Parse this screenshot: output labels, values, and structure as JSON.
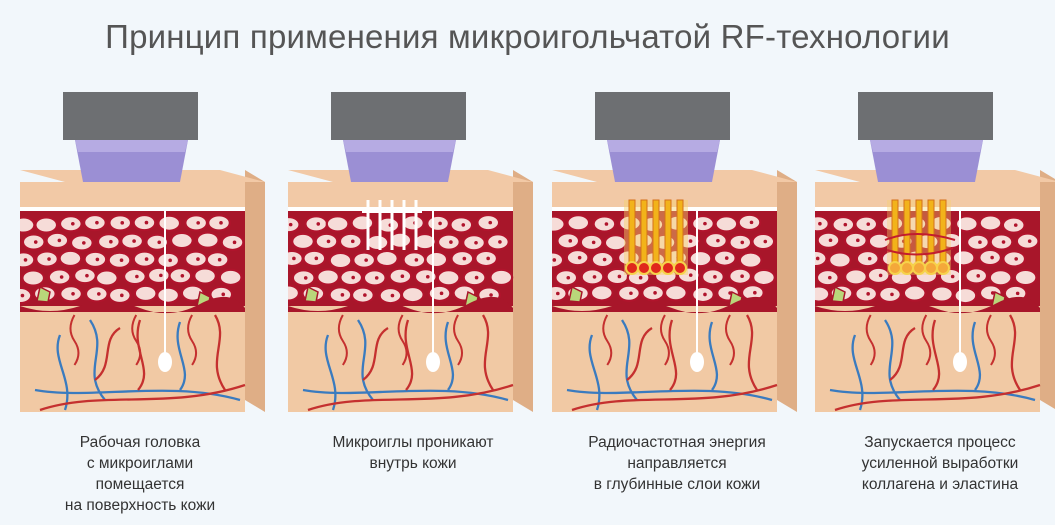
{
  "title": "Принцип применения микроигольчатой RF-технологии",
  "colors": {
    "background": "#f2f7fb",
    "handpiece_body": "#6d6f72",
    "handpiece_tip": "#9b8fd4",
    "epidermis": "#f2c9a6",
    "dermis_cells": "#f6dcd8",
    "cell_borders": "#b0142c",
    "subcutis": "#f1c9a4",
    "veins": "#3a7bbf",
    "arteries": "#c5302f",
    "rf_energy": "#f2b31a"
  },
  "panels": [
    {
      "stage": "surface",
      "caption": [
        "Рабочая головка",
        "с микроиглами",
        "помещается",
        "на поверхность кожи"
      ]
    },
    {
      "stage": "penetrate",
      "caption": [
        "Микроиглы проникают",
        "внутрь кожи"
      ]
    },
    {
      "stage": "energy",
      "caption": [
        "Радиочастотная энергия",
        "направляется",
        "в глубинные слои кожи"
      ]
    },
    {
      "stage": "collagen",
      "caption": [
        "Запускается процесс",
        "усиленной выработки",
        "коллагена и эластина"
      ]
    }
  ]
}
